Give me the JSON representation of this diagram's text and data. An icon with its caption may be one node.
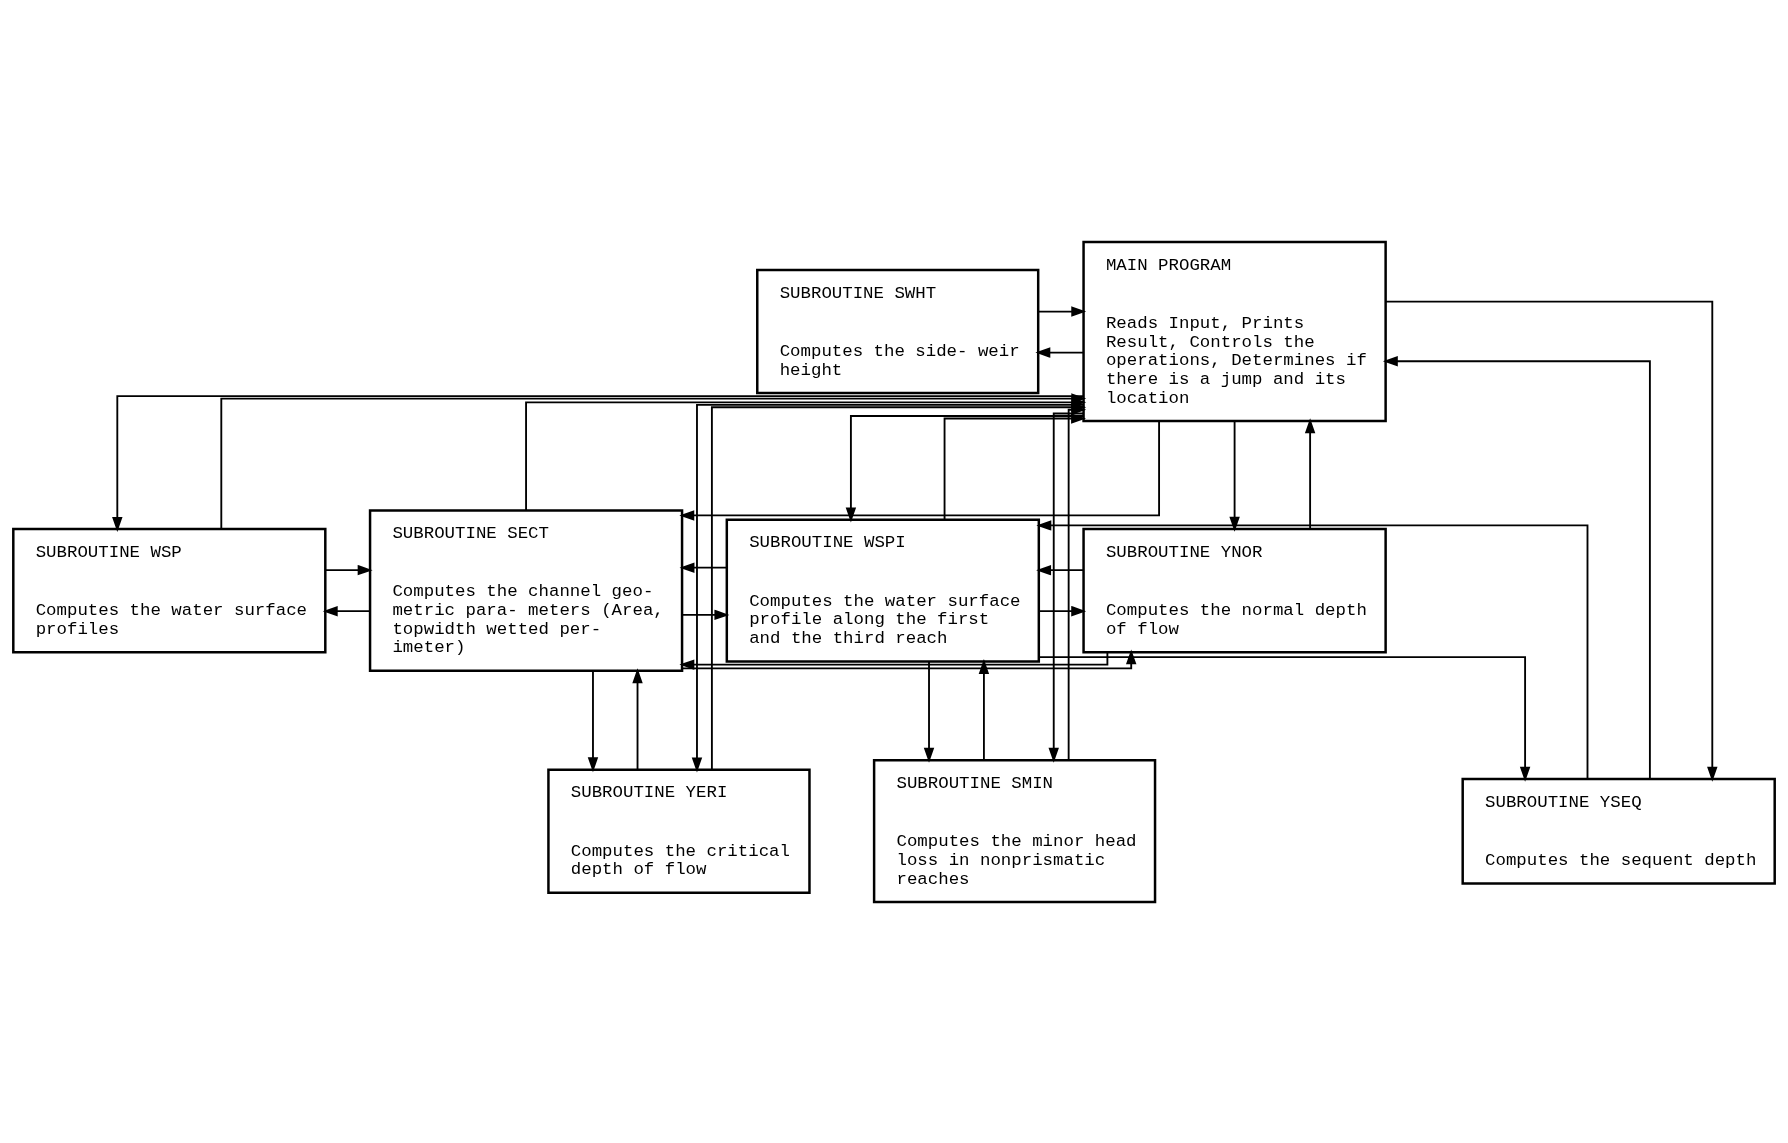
{
  "diagram": {
    "nodes": [
      {
        "text": [
          "SUBROUTINE SWHT",
          "Computes the side- weir height"
        ]
      },
      {
        "text": [
          "MAIN PROGRAM",
          "Reads Input, Prints Result, Controls the operations, Determines if there is a jump and its location"
        ]
      },
      {
        "text": [
          "SUBROUTINE WSP",
          "Computes the water surface profiles"
        ]
      },
      {
        "text": [
          "SUBROUTINE YNOR",
          "Computes the normal depth of flow"
        ]
      },
      {
        "text": [
          "SUBROUTINE WSPI",
          "Computes the water surface profile along the first and the third reach"
        ]
      },
      {
        "text": [
          "SUBROUTINE SECT",
          "Computes the channel geo- metric para- meters (Area, topwidth wetted per- imeter)"
        ]
      },
      {
        "text": [
          "SUBROUTINE YERI",
          "Computes the critical depth of flow"
        ]
      },
      {
        "text": [
          "SUBROUTINE SMIN",
          "Computes the minor head loss in nonprismatic reaches"
        ]
      },
      {
        "text": [
          "SUBROUTINE YSEQ",
          "Computes the sequent depth"
        ]
      }
    ],
    "edges": [
      {
        "from": 0,
        "to": 1,
        "arrow": "to"
      },
      {
        "from": 1,
        "to": 0,
        "arrow": "to"
      },
      {
        "from": 1,
        "to": 2,
        "arrow": "to"
      },
      {
        "from": 1,
        "to": 6,
        "arrow": "to"
      },
      {
        "from": 1,
        "to": 3,
        "arrow": "to"
      },
      {
        "from": 1,
        "to": 7,
        "arrow": "to"
      },
      {
        "from": 1,
        "to": 4,
        "arrow": "to"
      },
      {
        "from": 1,
        "to": 8,
        "arrow": "to"
      },
      {
        "from": 1,
        "to": 5,
        "arrow": "to"
      },
      {
        "from": 2,
        "to": 1,
        "arrow": "to"
      },
      {
        "from": 6,
        "to": 1,
        "arrow": "to"
      },
      {
        "from": 3,
        "to": 1,
        "arrow": "to"
      },
      {
        "from": 7,
        "to": 1,
        "arrow": "to"
      },
      {
        "from": 4,
        "to": 1,
        "arrow": "to"
      },
      {
        "from": 8,
        "to": 1,
        "arrow": "to"
      },
      {
        "from": 5,
        "to": 1,
        "arrow": "to"
      },
      {
        "from": 4,
        "to": 3,
        "arrow": "to"
      },
      {
        "from": 3,
        "to": 4,
        "arrow": "to"
      },
      {
        "from": 5,
        "to": 4,
        "arrow": "to"
      },
      {
        "from": 4,
        "to": 5,
        "arrow": "to"
      },
      {
        "from": 4,
        "to": 7,
        "arrow": "to"
      },
      {
        "from": 7,
        "to": 4,
        "arrow": "to"
      },
      {
        "from": 4,
        "to": 8,
        "arrow": "to"
      },
      {
        "from": 8,
        "to": 4,
        "arrow": "to"
      },
      {
        "from": 5,
        "to": 2,
        "arrow": "to"
      },
      {
        "from": 5,
        "to": 6,
        "arrow": "to"
      },
      {
        "from": 5,
        "to": 3,
        "arrow": "to"
      },
      {
        "from": 2,
        "to": 5,
        "arrow": "to"
      },
      {
        "from": 6,
        "to": 5,
        "arrow": "to"
      },
      {
        "from": 3,
        "to": 5,
        "arrow": "to"
      }
    ]
  }
}
